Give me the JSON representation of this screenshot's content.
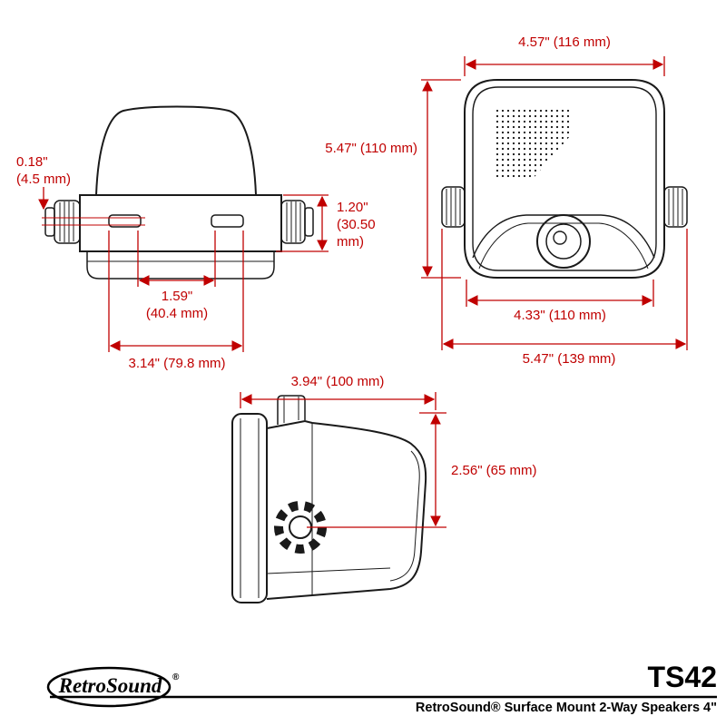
{
  "drawing": {
    "colors": {
      "dimension": "#c00000",
      "line": "#1a1a1a"
    },
    "front_view": {
      "width_top": "4.57\" (116 mm)",
      "height_left": "5.47\" (110 mm)",
      "width_inner": "4.33\" (110 mm)",
      "width_outer": "5.47\" (139 mm)"
    },
    "top_view": {
      "offset": "0.18\"\n(4.5 mm)",
      "depth": "1.20\"\n(30.50\nmm)",
      "slot_spacing": "1.59\"\n(40.4 mm)",
      "mount_width": "3.14\" (79.8 mm)"
    },
    "side_view": {
      "depth": "3.94\" (100 mm)",
      "height": "2.56\" (65 mm)"
    }
  },
  "footer": {
    "logo": "RetroSound",
    "logo_reg": "®",
    "model": "TS42",
    "subtitle": "RetroSound® Surface Mount 2-Way Speakers 4\""
  }
}
